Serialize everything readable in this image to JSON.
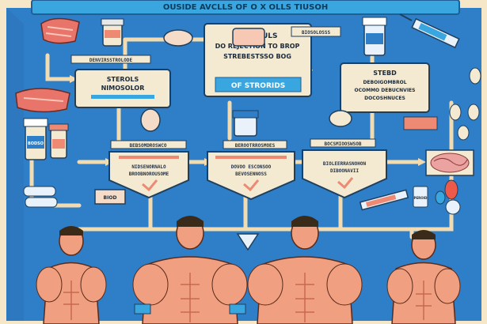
{
  "banner": {
    "title": "OUSIDE AVCLLS OF O X OLLS TIUSOH"
  },
  "top": {
    "center_box_lines": [
      "SEECTULS",
      "DO REJECTION TO BROP",
      "STREBESTSSO BOG"
    ],
    "center_box_tag": "OF STRORIDS",
    "left_label": "DENVIRSSTROLODE",
    "left_box_lines": [
      "STEROLS",
      "NIMOSOLOR"
    ],
    "right_label": "BIOSOLOSSS",
    "right_box_lines": [
      "STEBD",
      "DEBOIGOMBROL",
      "OCOMMO DEBUCNVIES",
      "DOCOSHNUCES"
    ]
  },
  "middle": {
    "left_label": "BEBSOMDROSWCO",
    "left_box_lines": [
      "NIDSENORNALO",
      "BROOBNOROUSOME"
    ],
    "center_label": "BEROOTRROSMOES",
    "center_box_lines": [
      "DOVOO ESCONSOO",
      "BEVOSENNOSS"
    ],
    "right_label": "BOCSMIOOSWSOB",
    "right_box_lines": [
      "BIOLEERRASNOHON",
      "DIBOONAVII"
    ]
  },
  "small_labels": {
    "vial_left": "PEROID",
    "pill_bottle": "BODSO",
    "pill_tag": "BIOD"
  },
  "colors": {
    "panel": "#2f7fc8",
    "banner": "#3aa6e0",
    "frame": "#f2dbb0",
    "box": "#f4ead2",
    "accent": "#ee8a73",
    "skin": "#f0a080"
  },
  "icons": [
    "syringe-icon",
    "pill-bottle-icon",
    "muscle-icon",
    "meat-icon",
    "brain-icon",
    "capsule-icon"
  ]
}
